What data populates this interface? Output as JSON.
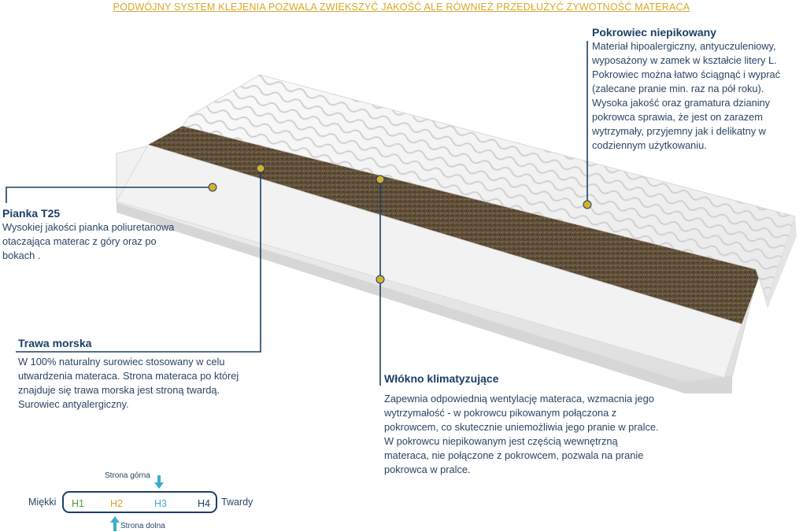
{
  "headline": "PODWÓJNY SYSTEM KLEJENIA POZWALA ZWIĘKSZYĆ JAKOŚĆ ALE RÓWNIEŻ PRZEDŁUŻYĆ ŻYWOTNOŚĆ MATERACA",
  "pokrowiec": {
    "title": "Pokrowiec  niepikowany",
    "lines": [
      "Materiał hipoalergiczny, antyuczuleniowy,",
      "wyposażony w zamek w kształcie litery L.",
      "Pokrowiec można łatwo ściągnąć i wyprać",
      "(zalecane pranie min.  raz na pół roku).",
      "Wysoka jakość oraz gramatura dzianiny",
      "pokrowca sprawia, że jest on zarazem",
      "wytrzymały, przyjemny jak i delikatny w",
      "codziennym użytkowaniu."
    ]
  },
  "pianka": {
    "title": "Pianka T25",
    "lines": [
      "Wysokiej jakości pianka poliuretanowa",
      "otaczająca materac z góry oraz po",
      "bokach ."
    ]
  },
  "trawa": {
    "title": "Trawa morska",
    "lines": [
      "W 100% naturalny surowiec stosowany w celu",
      "utwardzenia materaca. Strona materaca po której",
      "znajduje się trawa morska jest stroną twardą.",
      "Surowiec antyalergiczny."
    ]
  },
  "wlokno": {
    "title": "Włókno klimatyzujące",
    "lines": [
      "Zapewnia odpowiednią wentylację materaca, wzmacnia jego",
      "wytrzymałość - w pokrowcu pikowanym połączona z",
      "pokrowcem, co skutecznie uniemożliwia jego pranie w pralce.",
      "W pokrowcu niepikowanym jest częścią wewnętrzną",
      "materaca, nie połączone z pokrowcem, pozwala na pranie",
      "pokrowca w pralce."
    ]
  },
  "scale": {
    "left_label": "Miękki",
    "right_label": "Twardy",
    "top_label": "Strona górna",
    "bottom_label": "Strona dolna",
    "levels": [
      {
        "label": "H1",
        "color": "#4f9a3c"
      },
      {
        "label": "H2",
        "color": "#d6a82b"
      },
      {
        "label": "H3",
        "color": "#3aaed0"
      },
      {
        "label": "H4",
        "color": "#1b3e66"
      }
    ]
  },
  "colors": {
    "accent_gold": "#d9a82a",
    "navy": "#1b3e66",
    "arrow_blue": "#3aaed0",
    "seaweed": "#5a4a34"
  }
}
